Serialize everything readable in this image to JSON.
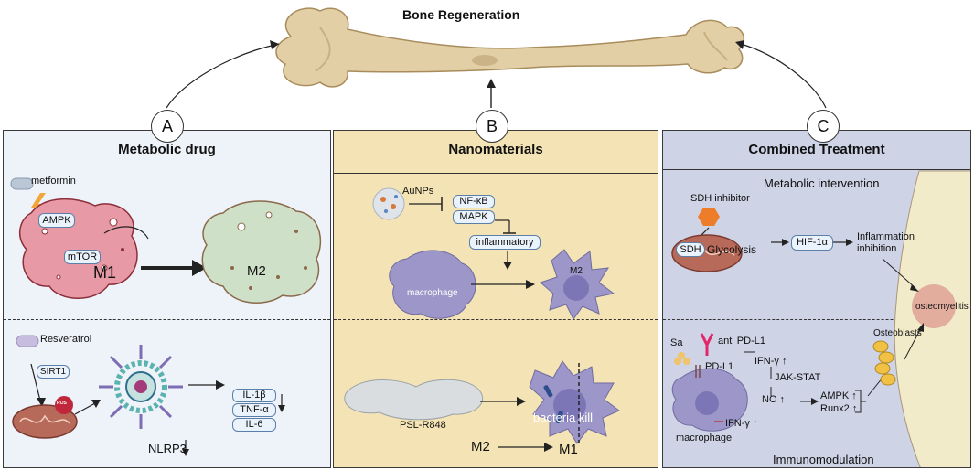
{
  "title": "Bone Regeneration",
  "panels": {
    "a": {
      "letter": "A",
      "title": "Metabolic drug",
      "metformin": "metformin",
      "ampk": "AMPK",
      "mtor": "mTOR",
      "m1": "M1",
      "m2": "M2",
      "resveratrol": "Resveratrol",
      "sirt1": "SIRT1",
      "ros": "ROS",
      "cytokines": [
        "IL-1β",
        "TNF-α",
        "IL-6"
      ],
      "nlrp3": "NLRP3"
    },
    "b": {
      "letter": "B",
      "title": "Nanomaterials",
      "aunps": "AuNPs",
      "nfkb": "NF-κB",
      "mapk": "MAPK",
      "inflammatory": "inflammatory",
      "macrophage": "macrophage",
      "m2": "M2",
      "pslr848": "PSL-R848",
      "bacteria_kill": "bacteria kill",
      "m2_bottom": "M2",
      "m1_bottom": "M1"
    },
    "c": {
      "letter": "C",
      "title": "Combined Treatment",
      "metabolic_intervention": "Metabolic intervention",
      "sdh_inhibitor": "SDH inhibitor",
      "sdh": "SDH",
      "glycolysis": "Glycolysis",
      "hif1a": "HIF-1α",
      "inflammation_inhibition_1": "Inflammation",
      "inflammation_inhibition_2": "inhibition",
      "osteomyelitis": "osteomyelitis",
      "osteoblasts": "Osteoblasts",
      "sa": "Sa",
      "anti_pdl1": "anti PD-L1",
      "pdl1": "PD-L1",
      "ifn_up": "IFN-γ ↑",
      "jak_stat": "JAK-STAT",
      "no_up": "NO ↑",
      "ampk_up": "AMPK ↑",
      "runx2_up": "Runx2 ↑",
      "ifn_bottom": "IFN-γ ↑",
      "macrophage": "macrophage",
      "immunomodulation": "Immunomodulation"
    }
  },
  "colors": {
    "panel_a_bg": "#eef2f9",
    "panel_b_bg": "#f4e3b4",
    "panel_c_bg": "#ced3e6",
    "bone": "#e3cfa6",
    "m1_cell": "#e79aa6",
    "m2_cell": "#cfe0c9",
    "macrophage": "#9d97c9"
  }
}
